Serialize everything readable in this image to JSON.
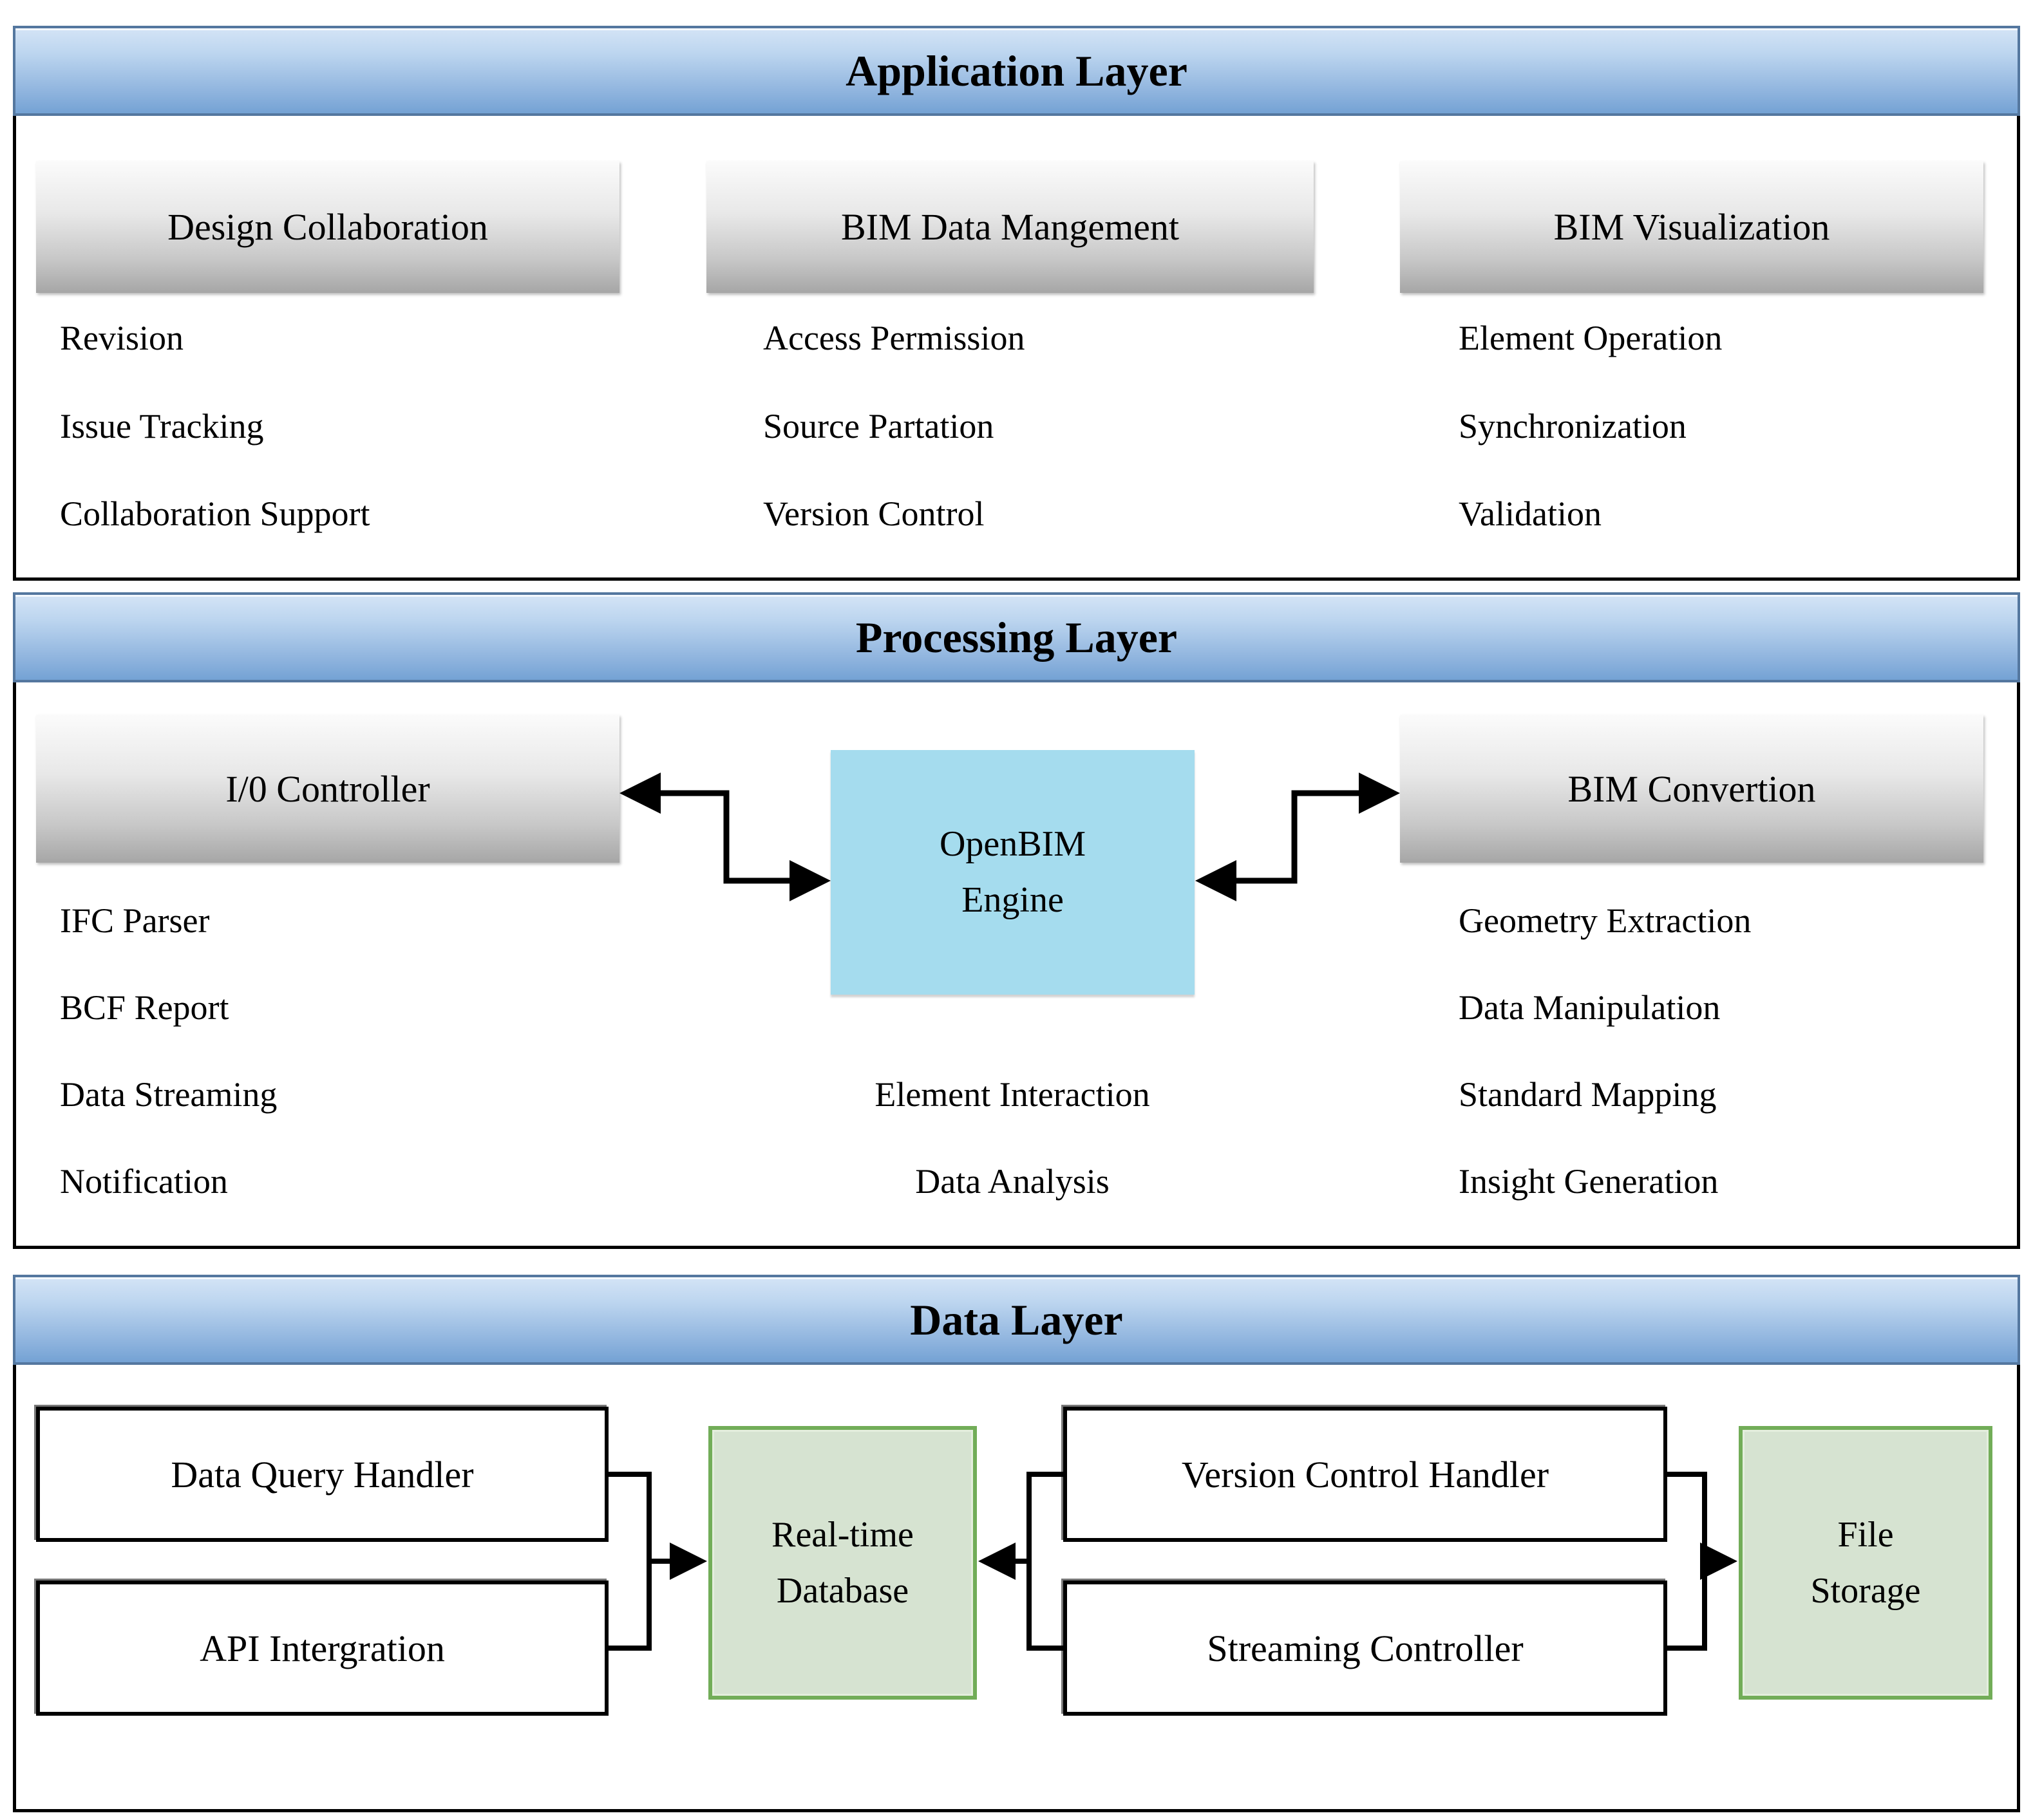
{
  "layers": {
    "application": {
      "title": "Application Layer",
      "columns": [
        {
          "header": "Design Collaboration",
          "items": [
            "Revision",
            "Issue Tracking",
            "Collaboration Support"
          ]
        },
        {
          "header": "BIM Data Mangement",
          "items": [
            "Access Permission",
            "Source Partation",
            "Version Control"
          ]
        },
        {
          "header": "BIM Visualization",
          "items": [
            "Element Operation",
            "Synchronization",
            "Validation"
          ]
        }
      ]
    },
    "processing": {
      "title": "Processing Layer",
      "left": {
        "header": "I/0 Controller",
        "items": [
          "IFC Parser",
          "BCF Report",
          "Data Streaming",
          "Notification"
        ]
      },
      "center": {
        "engine_line1": "OpenBIM",
        "engine_line2": "Engine",
        "items": [
          "Element Interaction",
          "Data Analysis"
        ]
      },
      "right": {
        "header": "BIM Convertion",
        "items": [
          "Geometry Extraction",
          "Data Manipulation",
          "Standard Mapping",
          "Insight Generation"
        ]
      }
    },
    "data": {
      "title": "Data Layer",
      "left_boxes": [
        "Data Query Handler",
        "API Intergration"
      ],
      "center_box": {
        "line1": "Real-time",
        "line2": "Database"
      },
      "right_boxes": [
        "Version Control Handler",
        "Streaming Controller"
      ],
      "storage_box": {
        "line1": "File",
        "line2": "Storage"
      }
    }
  },
  "colors": {
    "layer_bar_top": "#d4e4f6",
    "layer_bar_bottom": "#74a2d4",
    "layer_bar_border": "#54779f",
    "gray_box_top": "#fbfbfb",
    "gray_box_bottom": "#a6a6a6",
    "engine_fill": "#a5dcee",
    "green_fill": "#d6e3d1",
    "green_border": "#72ad58",
    "arrow": "#000000"
  }
}
